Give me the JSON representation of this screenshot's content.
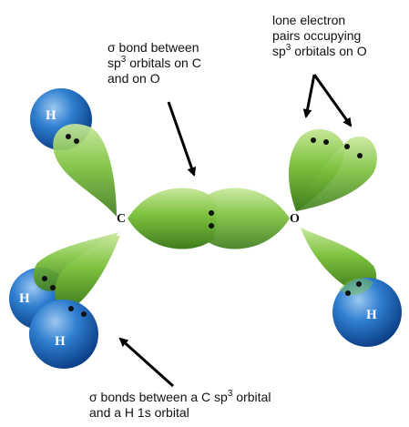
{
  "labels": {
    "sigma_co": {
      "sym": "σ",
      "l1": " bond between",
      "l2a": "sp",
      "l2sup": "3",
      "l2b": " orbitals on C",
      "l3": "and on O"
    },
    "lone_pairs": {
      "l1": "lone electron",
      "l2": "pairs occupying",
      "l3a": "sp",
      "l3sup": "3",
      "l3b": " orbitals on O"
    },
    "sigma_ch": {
      "sym": "σ",
      "l1a": " bonds between a C sp",
      "l1sup": "3",
      "l1b": " orbital",
      "l2": "and a H 1s orbital"
    }
  },
  "atoms": {
    "carbon": "C",
    "oxygen": "O",
    "hydrogen": "H"
  },
  "colors": {
    "lobe_light": "#c8e89a",
    "lobe_mid": "#7cc13e",
    "lobe_dark": "#3f7d1e",
    "h_light": "#9cc8f0",
    "h_mid": "#2f7ed0",
    "h_dark": "#0b3f86",
    "electron": "#111111"
  }
}
